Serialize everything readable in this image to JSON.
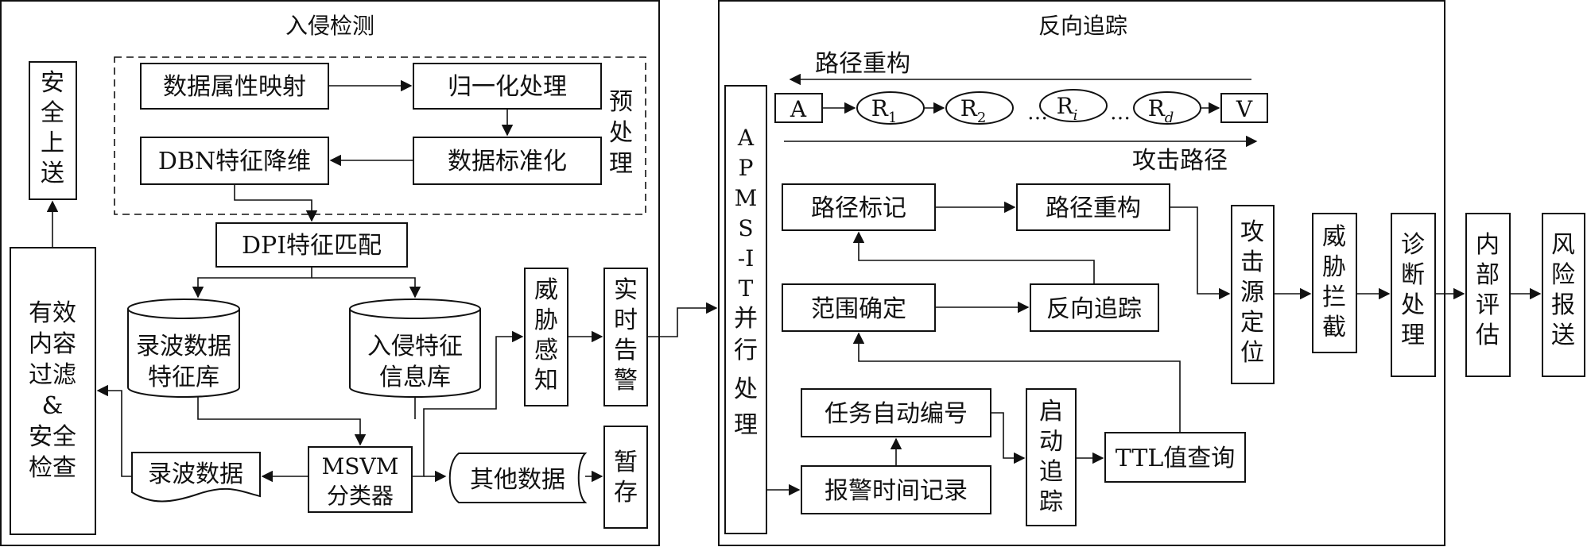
{
  "panels": {
    "left_title": "入侵检测",
    "right_title": "反向追踪",
    "preprocess_label": [
      "预",
      "处",
      "理"
    ]
  },
  "left": {
    "attr_map": "数据属性映射",
    "normalize": "归一化处理",
    "standardize": "数据标准化",
    "dbn": "DBN特征降维",
    "dpi": "DPI特征匹配",
    "db_record": [
      "录波数据",
      "特征库"
    ],
    "db_intrusion": [
      "入侵特征",
      "信息库"
    ],
    "msvm": [
      "MSVM",
      "分类器"
    ],
    "record_data": "录波数据",
    "other_data": "其他数据",
    "filter": [
      "有效",
      "内容",
      "过滤",
      "&",
      "安全",
      "检查"
    ],
    "safe_upload": [
      "安",
      "全",
      "上",
      "送"
    ],
    "threat_perceive": [
      "威",
      "胁",
      "感",
      "知"
    ],
    "realtime_alarm": [
      "实",
      "时",
      "告",
      "警"
    ],
    "temp_store": [
      "暂",
      "存"
    ]
  },
  "right": {
    "apms": [
      "A",
      "P",
      "M",
      "S",
      "-I",
      "T",
      "并",
      "行",
      "处",
      "理"
    ],
    "path_rebuild_top": "路径重构",
    "attack_path": "攻击路径",
    "chain": {
      "A": "A",
      "R1": "R",
      "R1_sub": "1",
      "R2": "R",
      "R2_sub": "2",
      "Ri": "R",
      "Ri_sub": "i",
      "Rd": "R",
      "Rd_sub": "d",
      "V": "V",
      "ellipsis": "…"
    },
    "path_mark": "路径标记",
    "path_rebuild": "路径重构",
    "range_confirm": "范围确定",
    "reverse_trace": "反向追踪",
    "task_number": "任务自动编号",
    "alarm_time": "报警时间记录",
    "start_trace": [
      "启",
      "动",
      "追",
      "踪"
    ],
    "ttl": "TTL值查询",
    "source_locate": [
      "攻",
      "击",
      "源",
      "定",
      "位"
    ],
    "threat_block": [
      "威",
      "胁",
      "拦",
      "截"
    ],
    "diagnose": [
      "诊",
      "断",
      "处",
      "理"
    ],
    "internal_eval": [
      "内",
      "部",
      "评",
      "估"
    ],
    "risk_report": [
      "风",
      "险",
      "报",
      "送"
    ]
  }
}
